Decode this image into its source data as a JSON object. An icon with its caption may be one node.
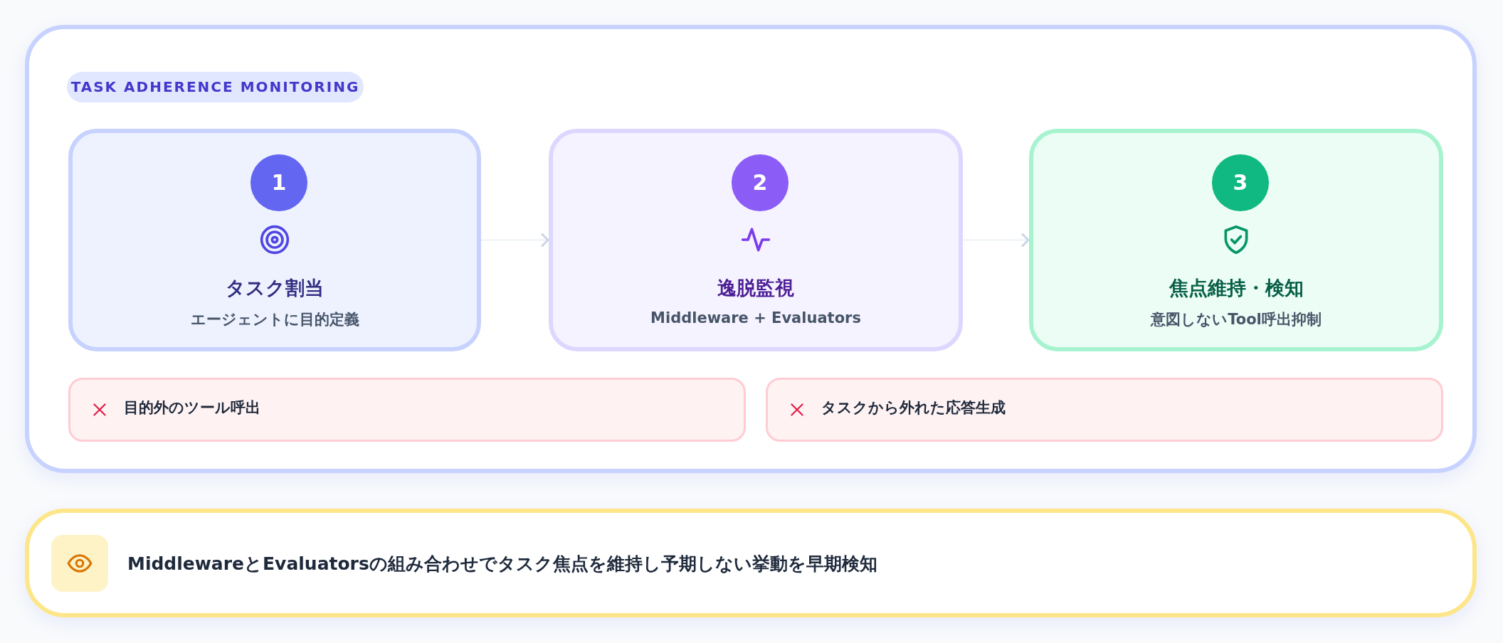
{
  "diagram": {
    "nodes": [
      {
        "text": [],
        "shape": "box"
      },
      {
        "text": [
          "TASK ADHERENCE MONITORING"
        ],
        "in": 0
      },
      {
        "text": [
          "タスク割当",
          "エージェントに目的定義"
        ],
        "in": 0
      },
      {
        "text": [
          "1"
        ],
        "in": 2
      },
      {
        "text": [
          "逸脱監視",
          "Middleware + Evaluators"
        ],
        "in": 0
      },
      {
        "text": [
          "2"
        ],
        "in": 4
      },
      {
        "text": [
          "焦点維持・検知",
          "意図しないTool呼出抑制"
        ],
        "in": 0
      },
      {
        "text": [
          "3"
        ],
        "in": 6
      },
      {
        "text": [
          "目的外のツール呼出"
        ],
        "in": 0
      },
      {
        "text": [
          "タスクから外れた応答生成"
        ],
        "in": 0
      },
      {
        "text": [
          "MiddlewareとEvaluatorsの組み合わせでタスク焦点を維持し予期しない挙動を早期検知"
        ]
      }
    ],
    "edges": [
      {
        "from": 2,
        "to": 4,
        "arrow": "to"
      },
      {
        "from": 4,
        "to": 6,
        "arrow": "to"
      }
    ]
  }
}
